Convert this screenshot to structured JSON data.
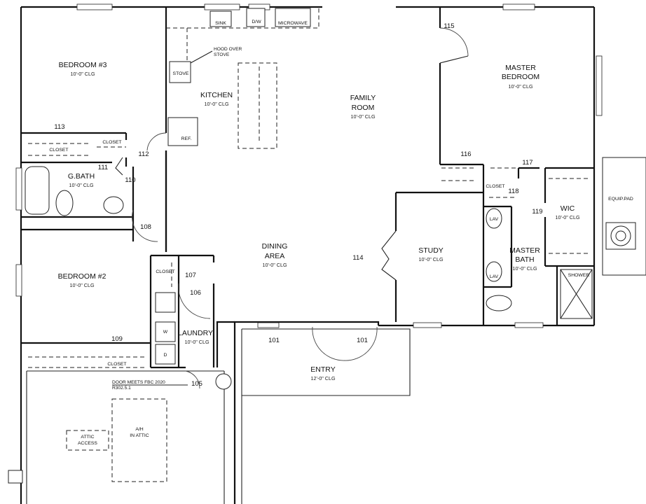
{
  "plan": {
    "rooms": {
      "bedroom3": {
        "name": "BEDROOM #3",
        "ceiling": "10'-0\" CLG"
      },
      "kitchen": {
        "name": "KITCHEN",
        "ceiling": "10'-0\" CLG"
      },
      "family_room": {
        "name_line1": "FAMILY",
        "name_line2": "ROOM",
        "ceiling": "10'-0\" CLG"
      },
      "master_bedroom": {
        "name_line1": "MASTER",
        "name_line2": "BEDROOM",
        "ceiling": "10'-0\" CLG"
      },
      "gbath": {
        "name": "G.BATH",
        "ceiling": "10'-0\" CLG"
      },
      "dining": {
        "name_line1": "DINING",
        "name_line2": "AREA",
        "ceiling": "10'-0\" CLG"
      },
      "study": {
        "name": "STUDY",
        "ceiling": "10'-0\" CLG"
      },
      "wic": {
        "name": "WIC",
        "ceiling": "10'-0\" CLG"
      },
      "master_bath": {
        "name_line1": "MASTER",
        "name_line2": "BATH",
        "ceiling": "10'-0\" CLG"
      },
      "bedroom2": {
        "name": "BEDROOM #2",
        "ceiling": "10'-0\" CLG"
      },
      "laundry": {
        "name": "LAUNDRY",
        "ceiling": "10'-0\" CLG"
      },
      "entry": {
        "name": "ENTRY",
        "ceiling": "12'-0\" CLG"
      }
    },
    "door_numbers": {
      "d115": "115",
      "d113": "113",
      "d112": "112",
      "d111": "111",
      "d110": "110",
      "d108": "108",
      "d116": "116",
      "d117": "117",
      "d118": "118",
      "d119": "119",
      "d114": "114",
      "d107": "107",
      "d106": "106",
      "d109": "109",
      "d105": "105",
      "d101a": "101",
      "d101b": "101"
    },
    "fixtures": {
      "sink": "SINK",
      "dw": "D/W",
      "microwave": "MICROWAVE",
      "stove": "STOVE",
      "ref": "REF.",
      "hood_line1": "HOOD OVER",
      "hood_line2": "STOVE",
      "closet": "CLOSET",
      "lav": "LAV",
      "shower": "SHOWER",
      "washer": "W",
      "dryer": "D",
      "equip_pad": "EQUIP.PAD"
    },
    "notes": {
      "door_fbc_line1": "DOOR MEETS FBC 2020",
      "door_fbc_line2": "R302.5.1",
      "attic_line1": "ATTIC",
      "attic_line2": "ACCESS",
      "ah_line1": "A/H",
      "ah_line2": "IN ATTIC"
    }
  }
}
